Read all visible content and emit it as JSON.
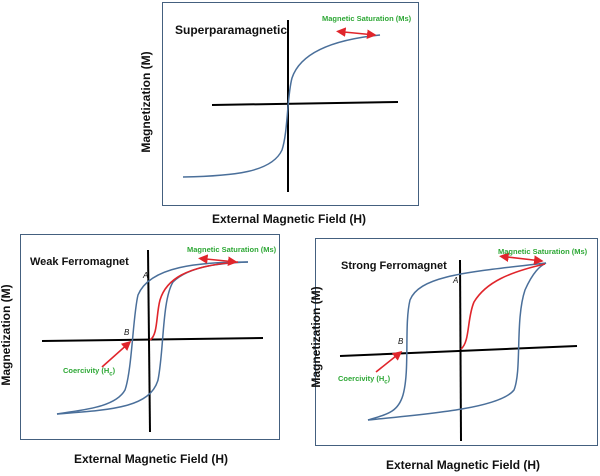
{
  "superparamagnetic": {
    "title": "Superparamagnetic",
    "ylabel": "Magnetization (M)",
    "xlabel": "External Magnetic Field (H)",
    "saturation_label": "Magnetic Saturation (Ms)"
  },
  "weak": {
    "title": "Weak Ferromagnet",
    "ylabel": "Magnetization (M)",
    "xlabel": "External Magnetic Field (H)",
    "saturation_label": "Magnetic Saturation (Ms)",
    "coercivity_label": "Coercivity (H",
    "coercivity_sub": "c",
    "coercivity_close": ")",
    "point_a": "A",
    "point_b": "B"
  },
  "strong": {
    "title": "Strong Ferromagnet",
    "ylabel": "Magnetization (M)",
    "xlabel": "External Magnetic Field (H)",
    "saturation_label": "Magnetic Saturation (Ms)",
    "coercivity_label": "Coercivity (H",
    "coercivity_sub": "c",
    "coercivity_close": ")",
    "point_a": "A",
    "point_b": "B"
  },
  "colors": {
    "loop": "#4a6f9a",
    "initial_curve": "#e0252b",
    "annotation": "#2ea836",
    "axis": "#000000"
  }
}
